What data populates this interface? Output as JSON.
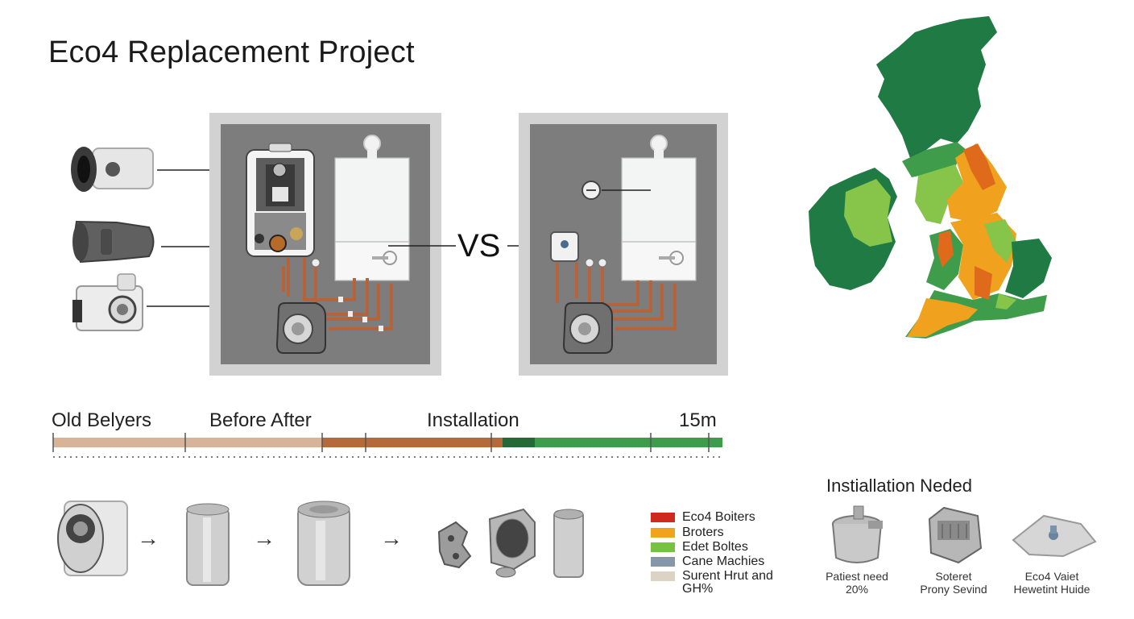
{
  "title": "Eco4 Replacement Project",
  "comparison": {
    "vs_label": "VS"
  },
  "timeline": {
    "labels": [
      "Old Belyers",
      "Before After",
      "Installation",
      "15m"
    ]
  },
  "process": {
    "arrow": "→"
  },
  "legend": {
    "items": [
      {
        "label": "Eco4 Boiters",
        "color": "#cf2a1f"
      },
      {
        "label": "Broters",
        "color": "#f0a31c"
      },
      {
        "label": "Edet Boltes",
        "color": "#77c143"
      },
      {
        "label": "Cane Machies",
        "color": "#8597a8"
      },
      {
        "label": "Surent Hrut and",
        "label2": "GH%",
        "color": "#dcd3c4"
      }
    ]
  },
  "installation_needs": {
    "title": "Instiallation Neded",
    "items": [
      {
        "line1": "Patiest need",
        "line2": "20%"
      },
      {
        "line1": "Soteret",
        "line2": "Prony Sevind"
      },
      {
        "line1": "Eco4 Vaiet",
        "line2": "Hewetint Huide"
      }
    ]
  },
  "map": {
    "colors": {
      "dark_green": "#1f7a43",
      "green": "#3f9c4b",
      "light_green": "#86c44a",
      "orange": "#f0a11e",
      "dark_orange": "#e06a1c"
    }
  },
  "colors": {
    "wall": "#7e7e7e",
    "frame": "#cfcfcf",
    "copper": "#b5633a",
    "boiler": "#f3f4f4"
  }
}
